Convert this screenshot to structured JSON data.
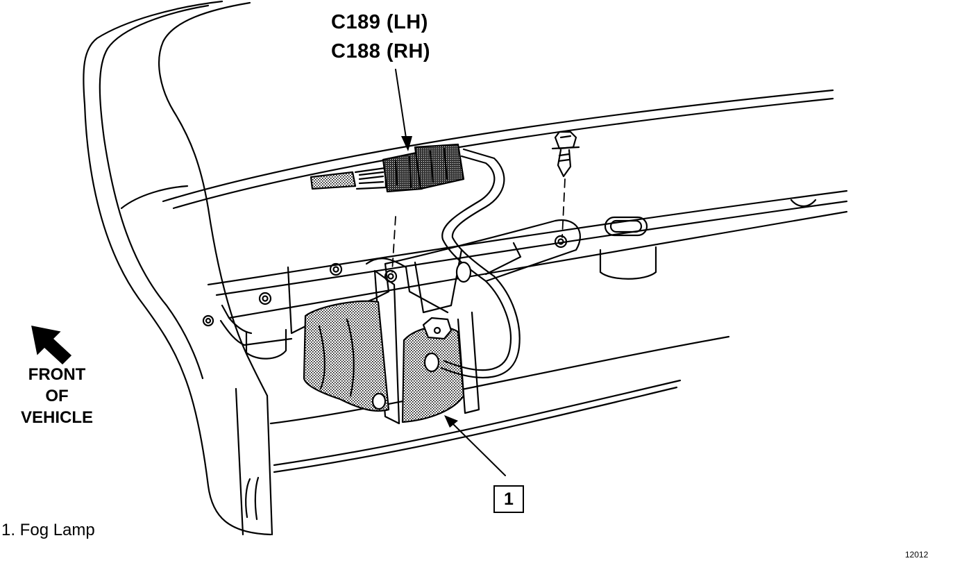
{
  "connector_labels": {
    "line1": "C189 (LH)",
    "line2": "C188 (RH)"
  },
  "front_label": {
    "line1": "FRONT",
    "line2": "OF",
    "line3": "VEHICLE"
  },
  "callout": {
    "number": "1"
  },
  "legend": {
    "item1": "1.  Fog Lamp"
  },
  "figure_code": "12012",
  "colors": {
    "ink": "#000000",
    "paper": "#ffffff"
  }
}
